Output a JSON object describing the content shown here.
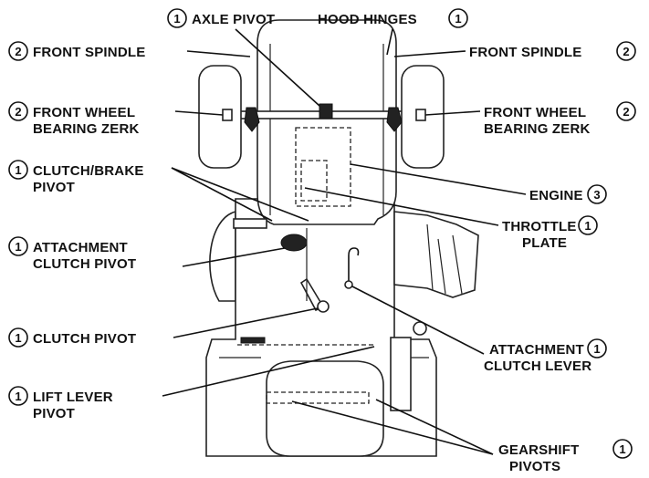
{
  "callouts": [
    {
      "id": "axle-pivot",
      "count": "1",
      "lines": [
        "AXLE PIVOT"
      ]
    },
    {
      "id": "hood-hinges",
      "count": "1",
      "lines": [
        "HOOD HINGES"
      ]
    },
    {
      "id": "front-spindle-left",
      "count": "2",
      "lines": [
        "FRONT SPINDLE"
      ]
    },
    {
      "id": "front-spindle-right",
      "count": "2",
      "lines": [
        "FRONT SPINDLE"
      ]
    },
    {
      "id": "front-wheel-bearing-zerk-left",
      "count": "2",
      "lines": [
        "FRONT WHEEL",
        "BEARING ZERK"
      ]
    },
    {
      "id": "front-wheel-bearing-zerk-right",
      "count": "2",
      "lines": [
        "FRONT WHEEL",
        "BEARING ZERK"
      ]
    },
    {
      "id": "clutch-brake-pivot",
      "count": "1",
      "lines": [
        "CLUTCH/BRAKE",
        "PIVOT"
      ]
    },
    {
      "id": "engine",
      "count": "3",
      "lines": [
        "ENGINE"
      ]
    },
    {
      "id": "throttle-plate",
      "count": "1",
      "lines": [
        "THROTTLE",
        "PLATE"
      ]
    },
    {
      "id": "attachment-clutch-pivot",
      "count": "1",
      "lines": [
        "ATTACHMENT",
        "CLUTCH PIVOT"
      ]
    },
    {
      "id": "clutch-pivot",
      "count": "1",
      "lines": [
        "CLUTCH PIVOT"
      ]
    },
    {
      "id": "attachment-clutch-lever",
      "count": "1",
      "lines": [
        "ATTACHMENT",
        "CLUTCH LEVER"
      ]
    },
    {
      "id": "lift-lever-pivot",
      "count": "1",
      "lines": [
        "LIFT LEVER",
        "PIVOT"
      ]
    },
    {
      "id": "gearshift-pivots",
      "count": "1",
      "lines": [
        "GEARSHIFT",
        "PIVOTS"
      ]
    }
  ]
}
